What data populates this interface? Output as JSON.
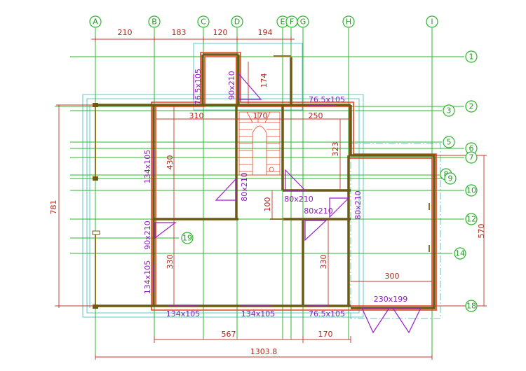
{
  "grid_columns": [
    "A",
    "B",
    "C",
    "D",
    "E",
    "F",
    "G",
    "H",
    "I"
  ],
  "grid_rows": [
    "1",
    "2",
    "3",
    "5",
    "6",
    "7",
    "8",
    "9",
    "10",
    "12",
    "14",
    "18",
    "19"
  ],
  "top_dimensions": [
    "210",
    "183",
    "120",
    "194"
  ],
  "interior_dimensions": [
    "174",
    "310",
    "170",
    "250",
    "323",
    "430",
    "330",
    "330",
    "300",
    "100"
  ],
  "overall_dimensions": {
    "left_height": "781",
    "right_height": "570",
    "bottom_mid": "567",
    "bottom_right": "170",
    "total_width": "1303.8"
  },
  "openings": {
    "o1": "76.5x105",
    "o2": "90x210",
    "o3": "76.5x105",
    "o4": "134x105",
    "o5": "80x210",
    "o6": "80x210",
    "o7": "80x210",
    "o8": "80x210",
    "o9": "90x210",
    "o10": "134x105",
    "o11": "134x105",
    "o12": "134x105",
    "o13": "76.5x105",
    "o14": "230x199"
  }
}
